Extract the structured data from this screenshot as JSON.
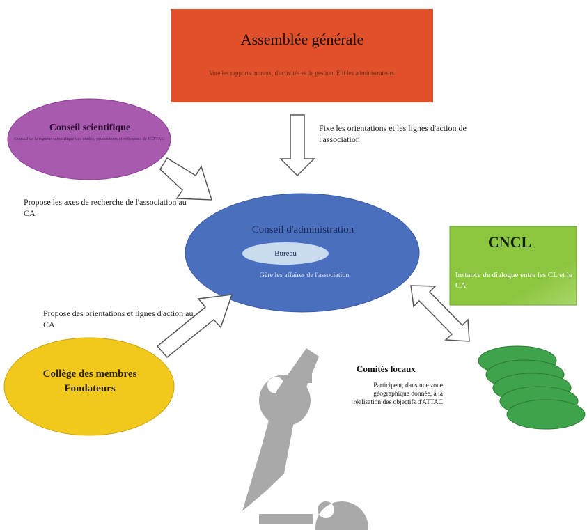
{
  "assemblee": {
    "title": "Assemblée générale",
    "description": "Vote les rapports moraux, d'activités et de gestion. Élit les administrateurs.",
    "arrow_label": "Fixe les orientations et les lignes d'action de l'association"
  },
  "conseil_scientifique": {
    "title": "Conseil scientifique",
    "description": "Conseil de la rigueur scientifique des études, productions et réflexions de l'ATTAC",
    "arrow_label": "Propose les axes de recherche de l'association au CA"
  },
  "conseil_administration": {
    "title": "Conseil d'administration",
    "bureau": "Bureau",
    "description": "Gère les affaires de l'association"
  },
  "cncl": {
    "title": "CNCL",
    "description": "Instance de dialogue entre les CL et le CA"
  },
  "comites_locaux": {
    "title": "Comités locaux",
    "description": "Participent, dans une zone géographique donnée, à la réalisation des objectifs d'ATTAC"
  },
  "college": {
    "title": "Collège des membres Fondateurs",
    "arrow_label": "Propose des orientations et lignes d'action au CA"
  },
  "watermark_icon": "percent-sign-icon",
  "colors": {
    "assemblee": "#e0502a",
    "conseil_scientifique": "#a75aae",
    "conseil_administration": "#4a6fbf",
    "bureau": "#c9dcef",
    "cncl": "#8cc63f",
    "comites_locaux": "#3ea34a",
    "college": "#f2c91a",
    "watermark": "#a9a9a9"
  }
}
